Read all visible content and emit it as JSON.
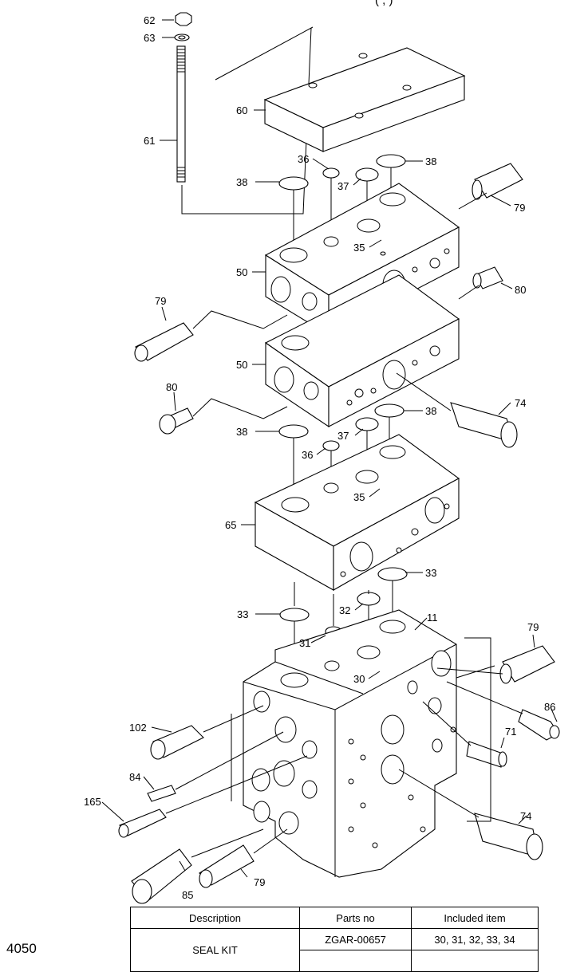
{
  "header_fragment": "(        ,            )",
  "page_number": "4050",
  "callouts": {
    "c62": "62",
    "c63": "63",
    "c61": "61",
    "c60": "60",
    "c36a": "36",
    "c38a": "38",
    "c37a": "37",
    "c38b": "38",
    "c79a": "79",
    "c35a": "35",
    "c50a": "50",
    "c80a": "80",
    "c79b": "79",
    "c50b": "50",
    "c80b": "80",
    "c74a": "74",
    "c38c": "38",
    "c37b": "37",
    "c38d": "38",
    "c36b": "36",
    "c35b": "35",
    "c65": "65",
    "c33a": "33",
    "c33b": "33",
    "c32": "32",
    "c11": "11",
    "c31": "31",
    "c79c": "79",
    "c30": "30",
    "c86": "86",
    "c102": "102",
    "c71": "71",
    "c84": "84",
    "c165": "165",
    "c74b": "74",
    "c85": "85",
    "c79d": "79"
  },
  "table": {
    "headers": [
      "Description",
      "Parts no",
      "Included item"
    ],
    "rows": [
      {
        "description": "SEAL KIT",
        "parts_no": "ZGAR-00657",
        "included": "30, 31, 32, 33, 34"
      }
    ]
  }
}
